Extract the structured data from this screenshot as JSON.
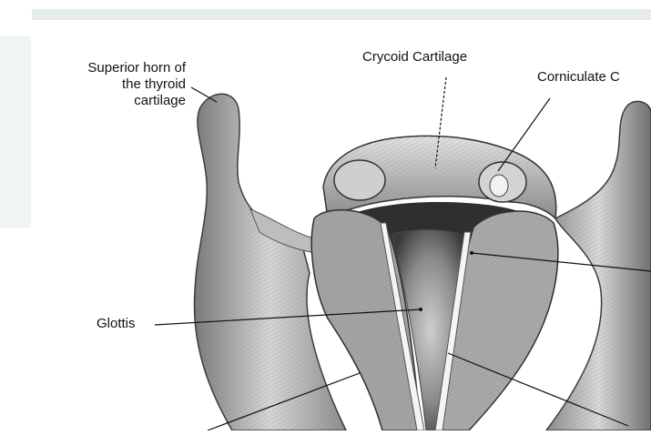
{
  "diagram": {
    "labels": {
      "superior_horn": [
        "Superior horn of",
        "the thyroid",
        "cartilage"
      ],
      "crycoid": "Crycoid Cartilage",
      "corniculate": "Corniculate C",
      "glottis": "Glottis"
    },
    "colors": {
      "ink": "#111111",
      "paper": "#ffffff",
      "tissue_light": "#d9d9d9",
      "tissue_mid": "#a8a8a8",
      "tissue_dark": "#5e5e5e",
      "cavity": "#2f2f2f",
      "top_band": "#e6ecec",
      "left_tint": "#eef5f3"
    }
  }
}
